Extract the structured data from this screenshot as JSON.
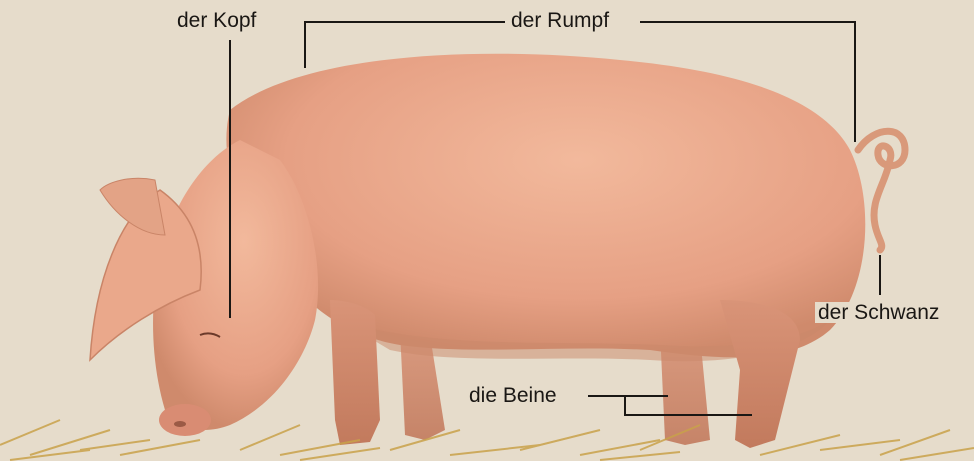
{
  "labels": {
    "head": "der Kopf",
    "body": "der Rumpf",
    "tail": "der Schwanz",
    "legs": "die Beine"
  },
  "colors": {
    "paper": "#e6dccb",
    "pig_skin": "#e9a98d",
    "pig_shadow": "#c98467",
    "straw": "#c9a24a",
    "leader_line": "#1a1714"
  }
}
